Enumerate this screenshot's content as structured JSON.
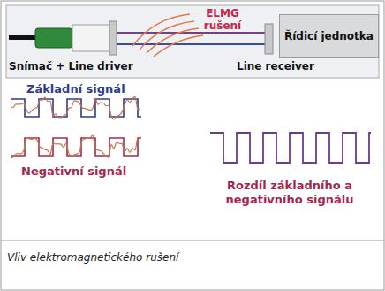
{
  "diagram": {
    "caption": "Vliv elektromagnetického rušení",
    "nodes": [
      {
        "text": [
          "Řídicí jednotka"
        ]
      }
    ],
    "labels": [
      "ELMG rušení",
      "Snímač + Line driver",
      "Line receiver",
      "Základní signál",
      "Negativní signál",
      "Rozdíl základního a negativního signálu"
    ]
  }
}
